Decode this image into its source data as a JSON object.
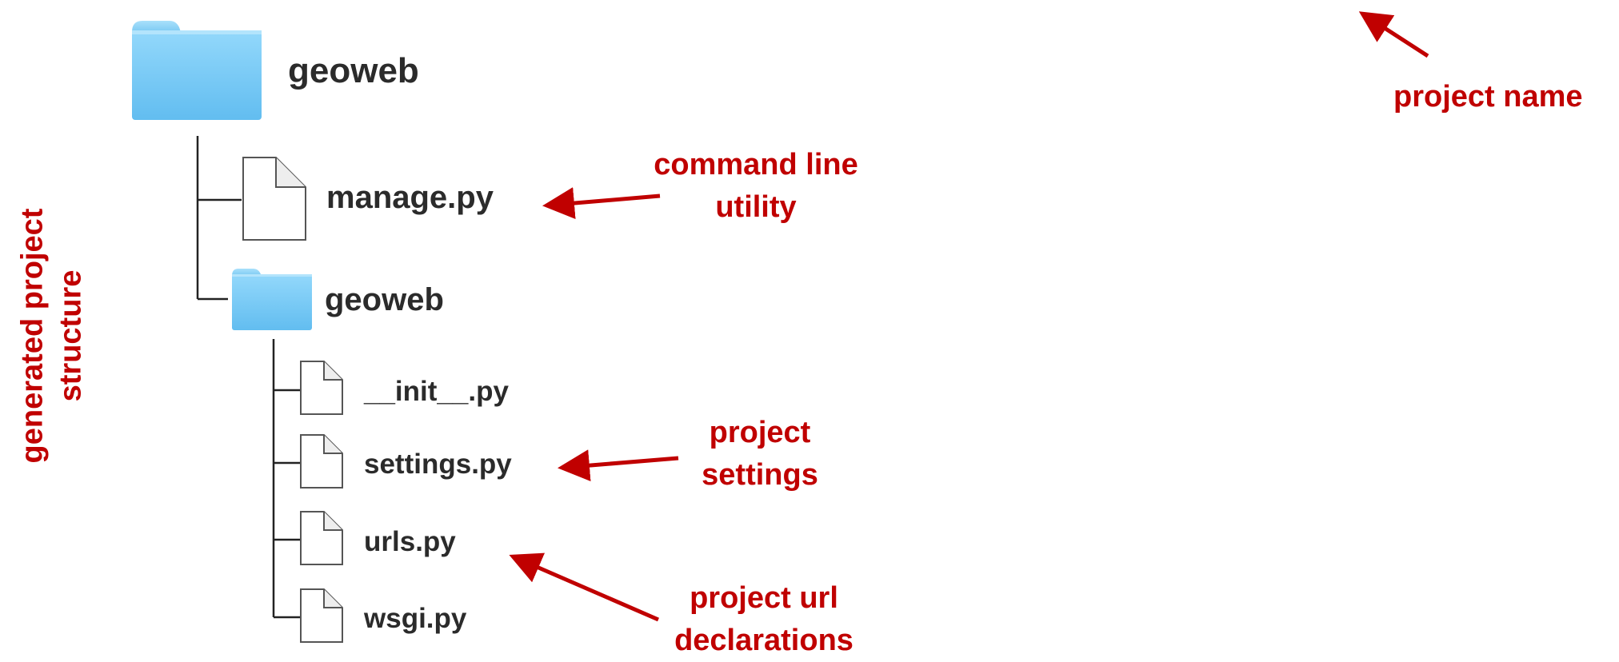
{
  "title": {
    "lines": [
      "generated project",
      "structure"
    ]
  },
  "tree": {
    "root": {
      "label": "geoweb",
      "icon": "folder-icon"
    },
    "children": [
      {
        "label": "manage.py",
        "icon": "file-icon"
      },
      {
        "label": "geoweb",
        "icon": "folder-icon"
      }
    ],
    "subchildren": [
      {
        "label": "__init__.py",
        "icon": "file-icon"
      },
      {
        "label": "settings.py",
        "icon": "file-icon"
      },
      {
        "label": "urls.py",
        "icon": "file-icon"
      },
      {
        "label": "wsgi.py",
        "icon": "file-icon"
      }
    ]
  },
  "annotations": {
    "project_name": "project name",
    "command_line": [
      "command line",
      "utility"
    ],
    "project_settings": [
      "project",
      "settings"
    ],
    "project_urls": [
      "project url",
      "declarations"
    ]
  },
  "colors": {
    "annotation": "#c00000",
    "text": "#2b2b2b",
    "folder": "#7fcdf6",
    "tree_line": "#222222"
  }
}
